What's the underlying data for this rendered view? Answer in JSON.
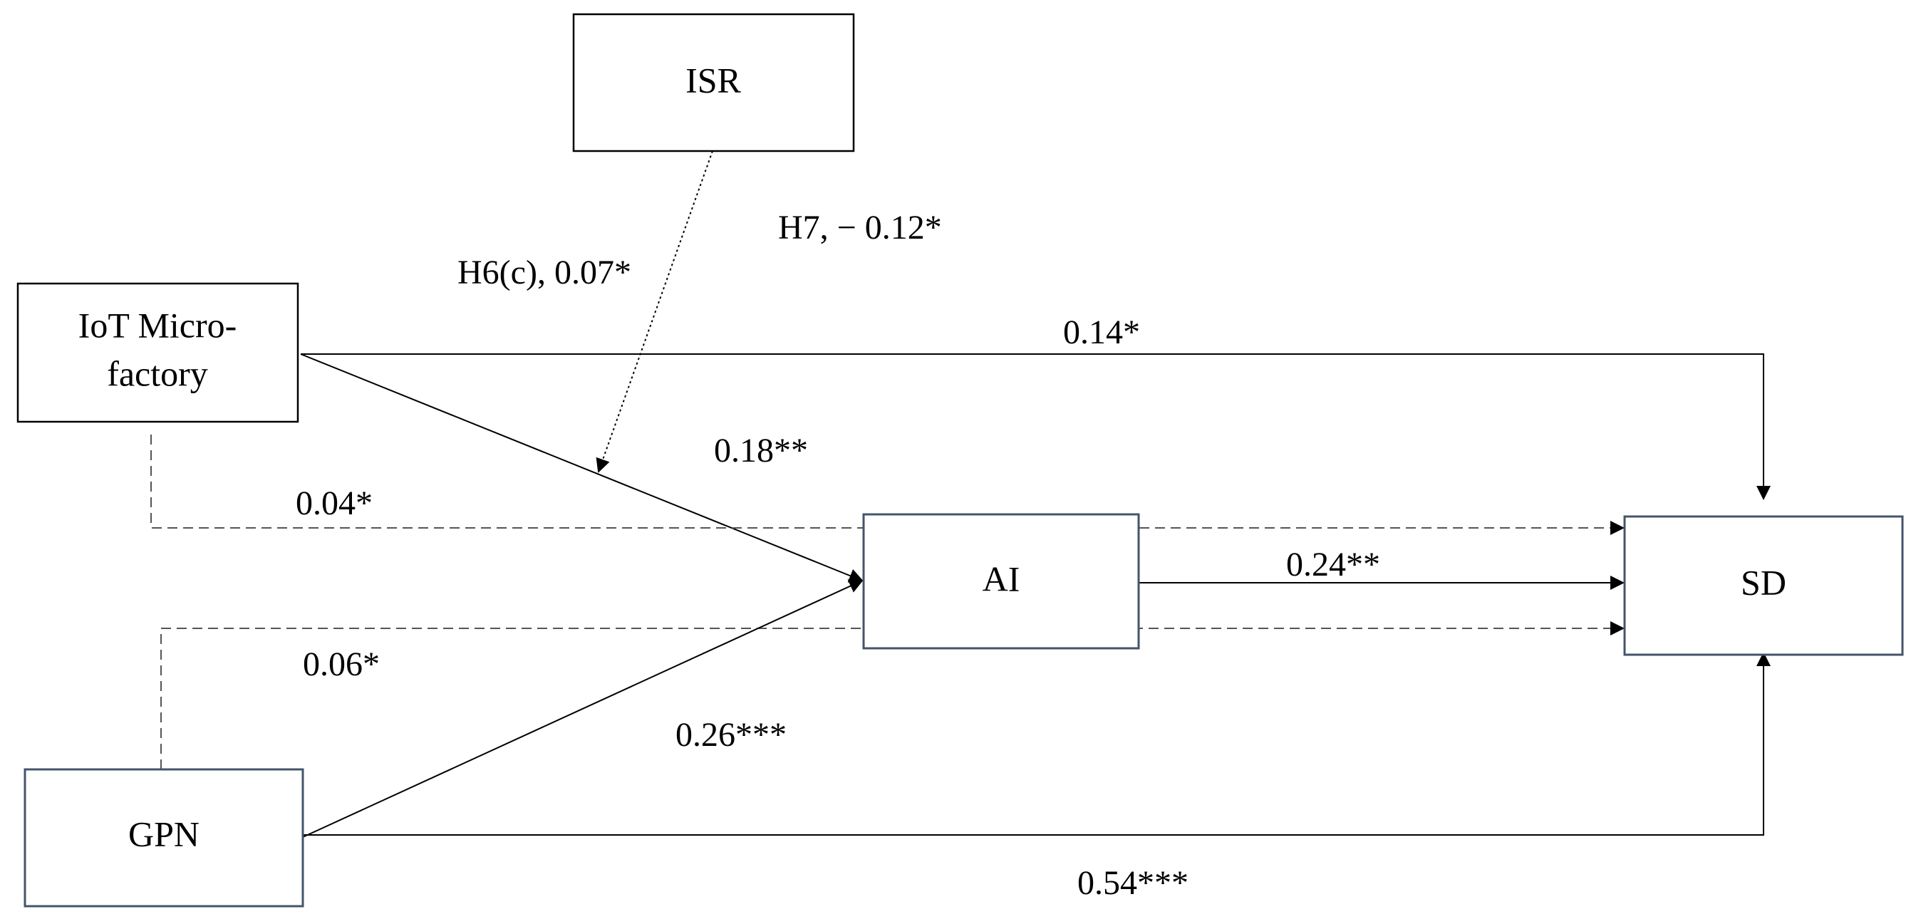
{
  "nodes": {
    "isr": {
      "label": "ISR"
    },
    "iot": {
      "line1": "IoT Micro-",
      "line2": "factory"
    },
    "ai": {
      "label": "AI"
    },
    "sd": {
      "label": "SD"
    },
    "gpn": {
      "label": "GPN"
    }
  },
  "paths": {
    "isr_moderation": {
      "label": "H6(c), 0.07*"
    },
    "h7": {
      "label": "H7, − 0.12*"
    },
    "iot_to_sd": {
      "label": "0.14*"
    },
    "iot_to_ai": {
      "label": "0.18**"
    },
    "iot_indirect": {
      "label": "0.04*"
    },
    "ai_to_sd": {
      "label": "0.24**"
    },
    "gpn_indirect": {
      "label": "0.06*"
    },
    "gpn_to_ai": {
      "label": "0.26***"
    },
    "gpn_to_sd": {
      "label": "0.54***"
    }
  },
  "colors": {
    "line": "#000000",
    "dashed_line": "#555555",
    "blue_box_border": "#44546a"
  }
}
